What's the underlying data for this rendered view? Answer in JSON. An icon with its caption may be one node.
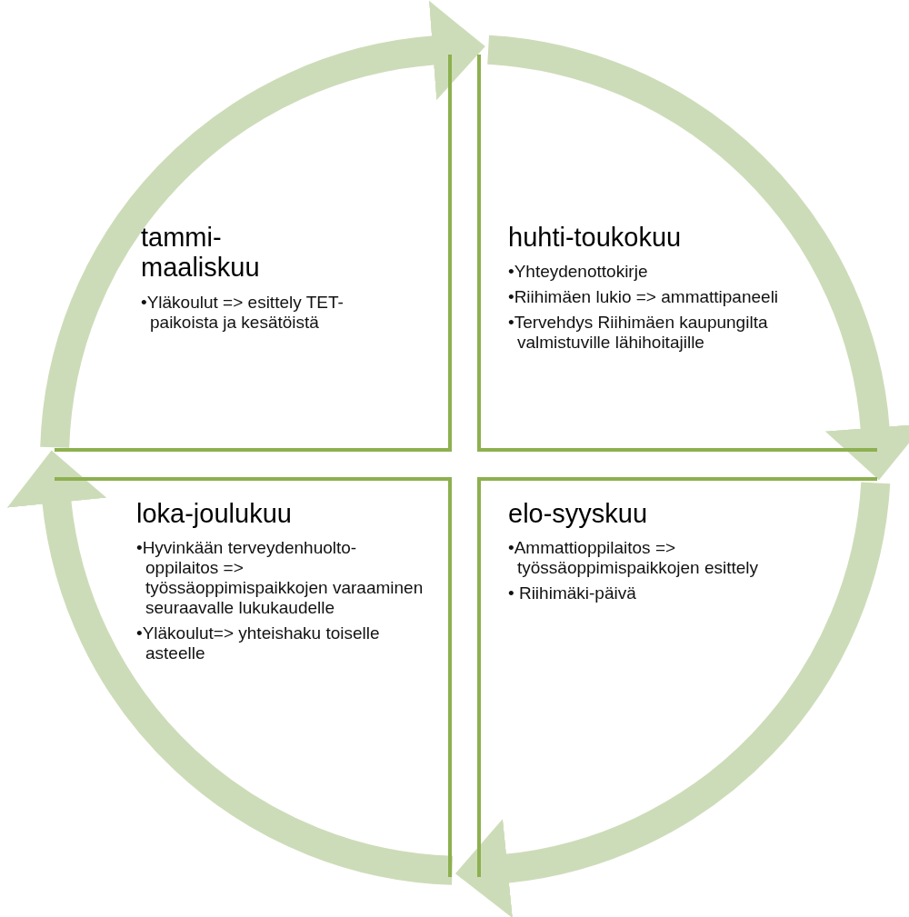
{
  "diagram": {
    "nodes": [
      {
        "text": [
          "tammi-maaliskuu",
          "•Yläkoulut => esittely TET-paikoista ja kesätöistä"
        ]
      },
      {
        "text": [
          "huhti-toukokuu",
          "•Yhteydenottokirje",
          "•Riihimäen lukio => ammattipaneeli",
          "•Tervehdys Riihimäen kaupungilta valmistuville lähihoitajille"
        ]
      },
      {
        "text": [
          "loka-joulukuu",
          "•Hyvinkään terveydenhuolto-oppilaitos => työssäoppimispaikkojen varaaminen seuraavalle lukukaudelle",
          "•Yläkoulut=> yhteishaku toiselle asteelle"
        ]
      },
      {
        "text": [
          "elo-syyskuu",
          "•Ammattioppilaitos => työssäoppimispaikkojen esittely",
          "• Riihimäki-päivä"
        ]
      }
    ],
    "edges": [
      {
        "from": 0,
        "to": 1,
        "arrow": "to"
      },
      {
        "from": 1,
        "to": 3,
        "arrow": "to"
      },
      {
        "from": 3,
        "to": 2,
        "arrow": "to"
      },
      {
        "from": 2,
        "to": 0,
        "arrow": "to"
      }
    ]
  }
}
